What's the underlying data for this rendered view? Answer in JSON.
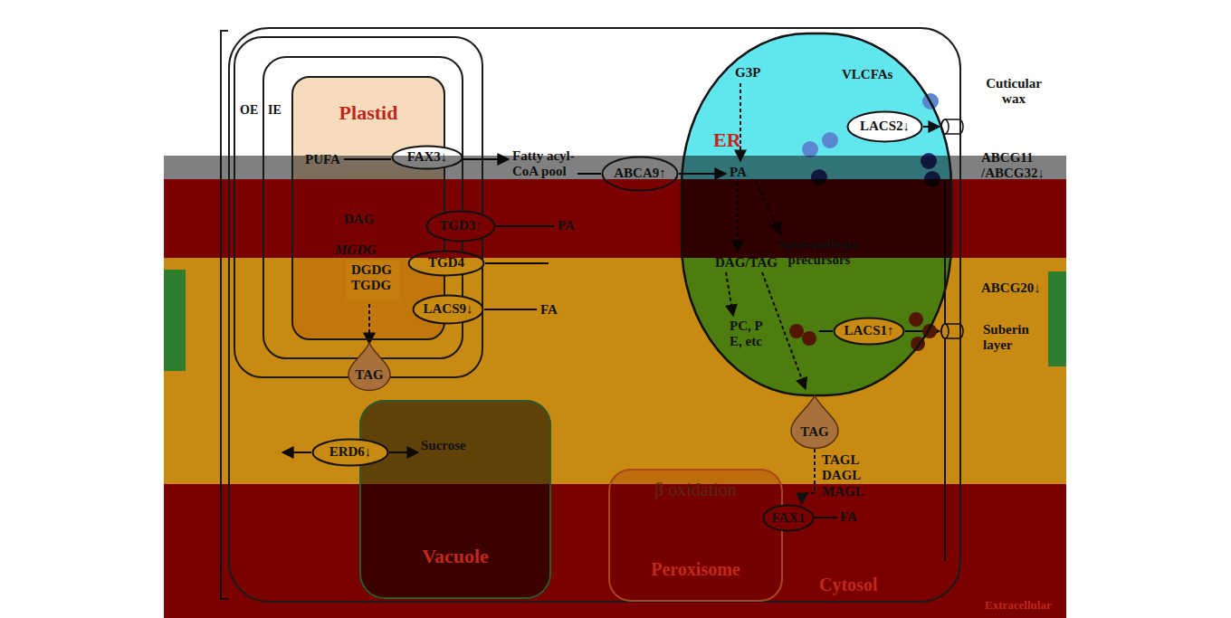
{
  "diagram": {
    "nodes": [
      {
        "text": [
          "Cytosol"
        ]
      },
      {
        "text": [
          "OE"
        ],
        "in": 0
      },
      {
        "text": [
          "IE"
        ],
        "in": 1
      },
      {
        "text": [
          "Plastid"
        ],
        "in": 2
      },
      {
        "text": [
          "FAX3↓"
        ],
        "in": 0
      },
      {
        "text": [
          "TGD3↑"
        ],
        "in": 0
      },
      {
        "text": [
          "TGD4"
        ],
        "in": 0
      },
      {
        "text": [
          "LACS9↓"
        ],
        "in": 0
      },
      {
        "text": [
          "TAG"
        ],
        "in": 0
      },
      {
        "text": [
          "Sucrose",
          "Vacuole"
        ],
        "in": 0
      },
      {
        "text": [
          "ERD6↓"
        ],
        "in": 0
      },
      {
        "text": [
          "ER"
        ],
        "in": 0
      },
      {
        "text": [
          "ABCA9↑"
        ],
        "in": 0
      },
      {
        "text": [
          "LACS2↓"
        ],
        "in": 0
      },
      {
        "text": [
          "LACS1↑"
        ],
        "in": 0
      },
      {
        "text": [
          "TAG"
        ],
        "in": 0
      },
      {
        "text": [
          "β oxidation",
          "Peroxisome"
        ],
        "in": 0
      },
      {
        "text": [
          "FAX1"
        ],
        "in": 0
      }
    ],
    "edges": [
      {
        "from": 15,
        "to": 17,
        "label": "TAGL DAGL MAGL",
        "arrow": "to"
      }
    ],
    "labels": [
      "PUFA",
      "Fatty acyl-CoA pool",
      "G3P",
      "VLCFAs",
      "Cuticular wax",
      "PA",
      "ABCG11 /ABCG32↓",
      "DAG",
      "MGDG",
      "DGDG TGDG",
      "PA",
      "FA",
      "DAG/TAG",
      "Sporopollenin precursors",
      "PC, P E, etc",
      "ABCG20↓",
      "Suberin layer",
      "FA",
      "Extracellular"
    ]
  }
}
